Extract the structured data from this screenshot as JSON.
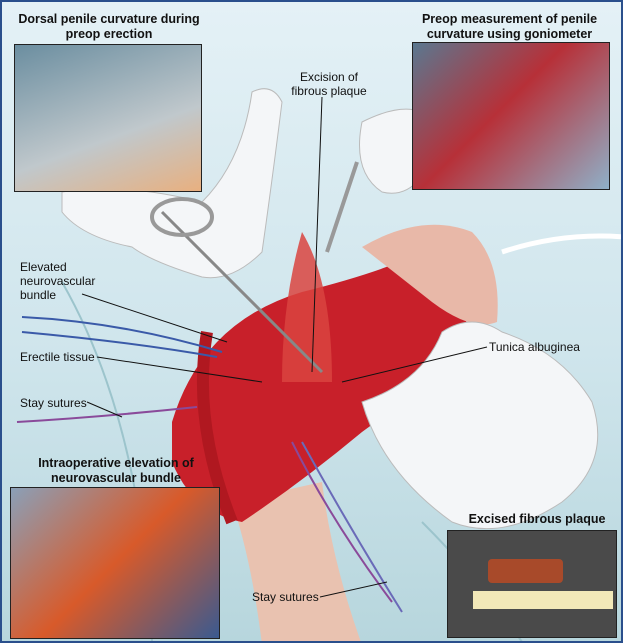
{
  "insets": {
    "top_left_title": "Dorsal penile curvature during preop erection",
    "top_right_title": "Preop measurement of penile curvature using goniometer",
    "bottom_left_title": "Intraoperative elevation of neurovascular bundle",
    "bottom_right_title": "Excised fibrous plaque"
  },
  "labels": {
    "excision": "Excision of fibrous plaque",
    "neurovascular": "Elevated neurovascular bundle",
    "erectile": "Erectile tissue",
    "stay_sutures_left": "Stay sutures",
    "tunica": "Tunica albuginea",
    "stay_sutures_bottom": "Stay sutures"
  },
  "colors": {
    "tissue": "#c8202a",
    "glove": "#f4f6f8",
    "frame": "#2a4f8c"
  }
}
